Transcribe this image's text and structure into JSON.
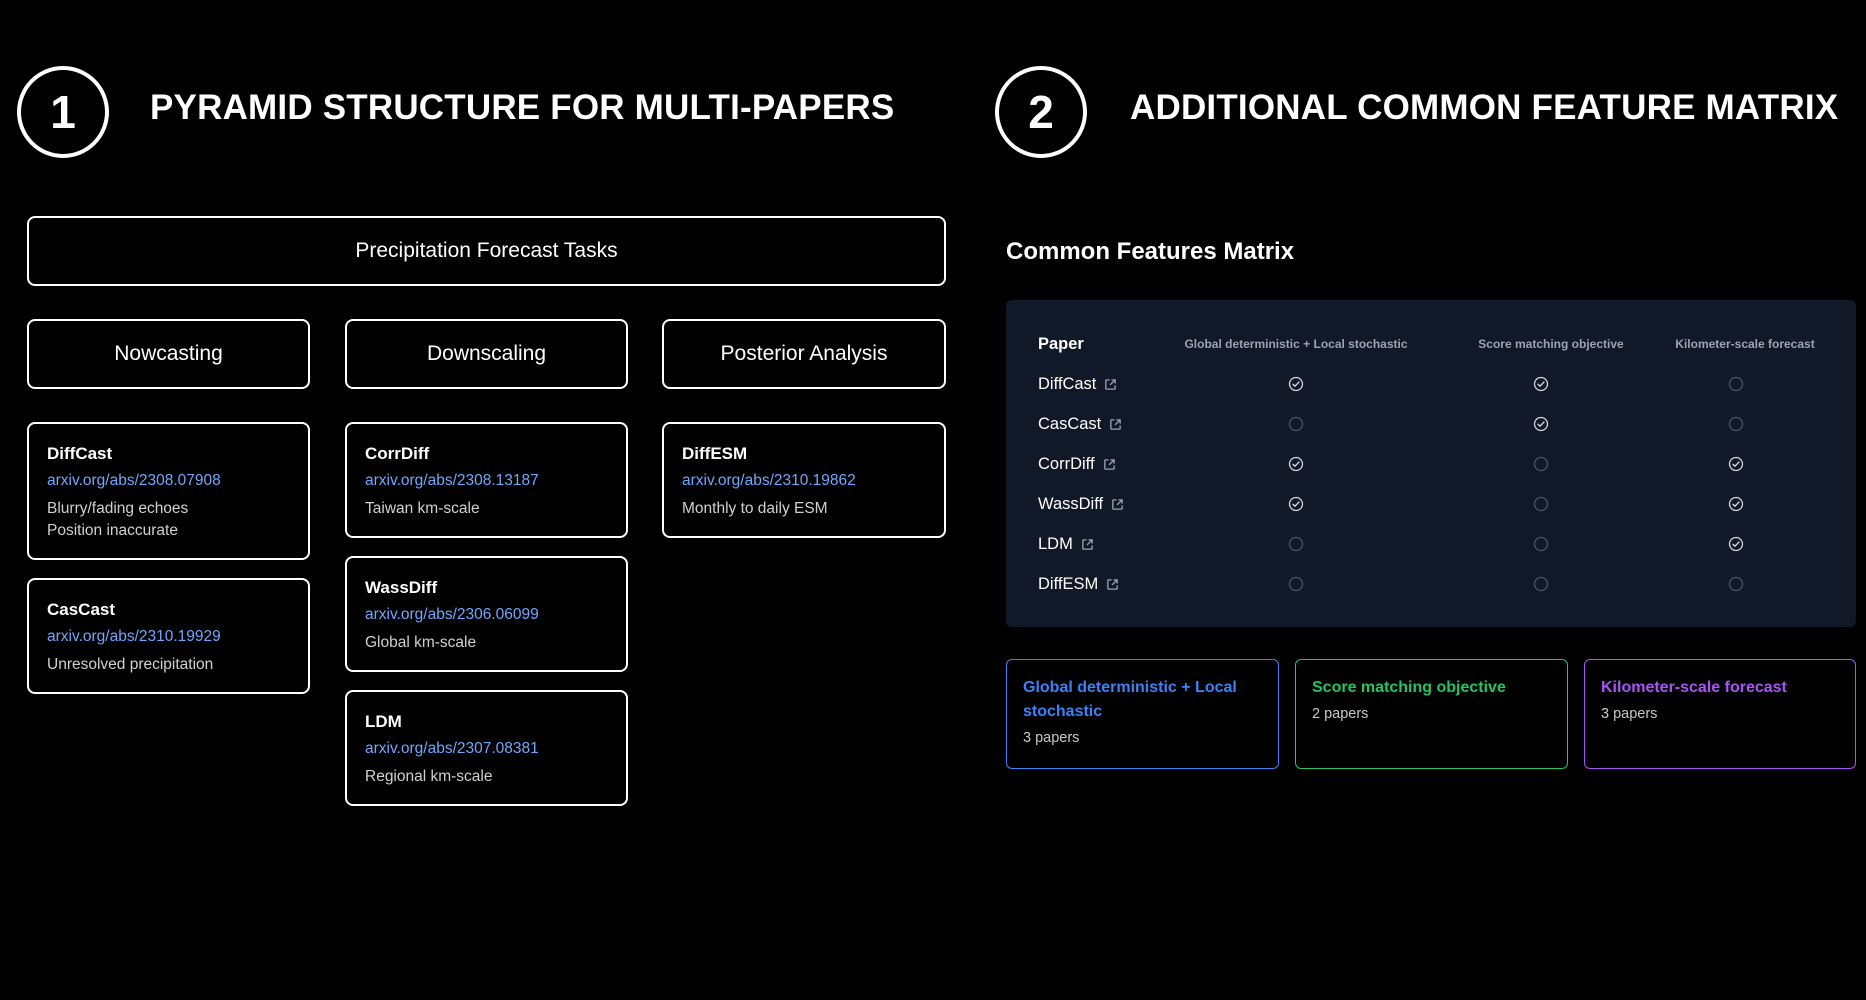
{
  "section1": {
    "number": "1",
    "title": "PYRAMID STRUCTURE FOR MULTI-PAPERS"
  },
  "section2": {
    "number": "2",
    "title": "ADDITIONAL COMMON FEATURE MATRIX"
  },
  "pyramid": {
    "root": "Precipitation Forecast Tasks",
    "categories": [
      {
        "label": "Nowcasting",
        "papers": [
          {
            "name": "DiffCast",
            "link": "arxiv.org/abs/2308.07908",
            "notes": [
              "Blurry/fading echoes",
              "Position inaccurate"
            ]
          },
          {
            "name": "CasCast",
            "link": "arxiv.org/abs/2310.19929",
            "notes": [
              "Unresolved precipitation"
            ]
          }
        ]
      },
      {
        "label": "Downscaling",
        "papers": [
          {
            "name": "CorrDiff",
            "link": "arxiv.org/abs/2308.13187",
            "notes": [
              "Taiwan km-scale"
            ]
          },
          {
            "name": "WassDiff",
            "link": "arxiv.org/abs/2306.06099",
            "notes": [
              "Global km-scale"
            ]
          },
          {
            "name": "LDM",
            "link": "arxiv.org/abs/2307.08381",
            "notes": [
              "Regional km-scale"
            ]
          }
        ]
      },
      {
        "label": "Posterior Analysis",
        "papers": [
          {
            "name": "DiffESM",
            "link": "arxiv.org/abs/2310.19862",
            "notes": [
              "Monthly to daily ESM"
            ]
          }
        ]
      }
    ]
  },
  "matrix": {
    "heading": "Common Features Matrix",
    "columns": [
      "Paper",
      "Global deterministic + Local stochastic",
      "Score matching objective",
      "Kilometer-scale forecast"
    ],
    "rows": [
      {
        "paper": "DiffCast",
        "checks": [
          true,
          true,
          false
        ]
      },
      {
        "paper": "CasCast",
        "checks": [
          false,
          true,
          false
        ]
      },
      {
        "paper": "CorrDiff",
        "checks": [
          true,
          false,
          true
        ]
      },
      {
        "paper": "WassDiff",
        "checks": [
          true,
          false,
          true
        ]
      },
      {
        "paper": "LDM",
        "checks": [
          false,
          false,
          true
        ]
      },
      {
        "paper": "DiffESM",
        "checks": [
          false,
          false,
          false
        ]
      }
    ],
    "icons": {
      "checked": "check-circle-icon",
      "unchecked": "empty-circle-icon",
      "link": "external-link-icon"
    }
  },
  "summary": [
    {
      "title": "Global deterministic + Local stochastic",
      "count": "3 papers",
      "color": "#3b82f6"
    },
    {
      "title": "Score matching objective",
      "count": "2 papers",
      "color": "#22c55e"
    },
    {
      "title": "Kilometer-scale forecast",
      "count": "3 papers",
      "color": "#a855f7"
    }
  ]
}
